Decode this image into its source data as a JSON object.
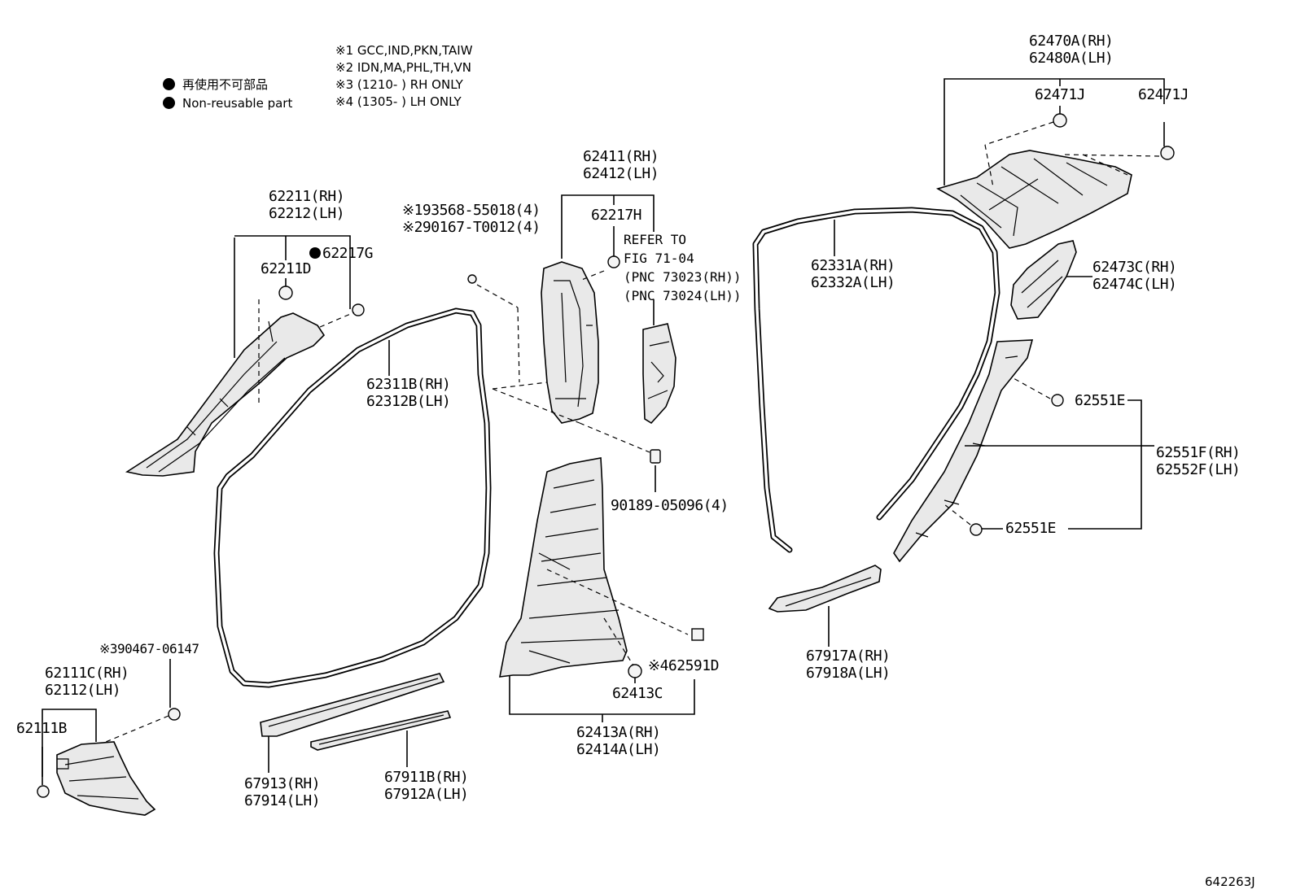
{
  "legend": {
    "ja": "再使用不可部品",
    "en": "Non-reusable part"
  },
  "notes": [
    "※1 GCC,IND,PKN,TAIW",
    "※2 IDN,MA,PHL,TH,VN",
    "※3 (1210-      ) RH ONLY",
    "※4 (1305-      ) LH ONLY"
  ],
  "labels": {
    "p62470A": "62470A(RH)",
    "p62480A": "62480A(LH)",
    "p62471J_a": "62471J",
    "p62471J_b": "62471J",
    "p62411": "62411(RH)",
    "p62412": "62412(LH)",
    "p62217H": "62217H",
    "p62211": "62211(RH)",
    "p62212": "62212(LH)",
    "p62211D": "62211D",
    "p62217G": "62217G",
    "p93568": "※193568-55018(4)",
    "p90167": "※290167-T0012(4)",
    "p62331A": "62331A(RH)",
    "p62332A": "62332A(LH)",
    "p62473C": "62473C(RH)",
    "p62474C": "62474C(LH)",
    "p62311B": "62311B(RH)",
    "p62312B": "62312B(LH)",
    "p62551E_a": "62551E",
    "p62551F": "62551F(RH)",
    "p62552F": "62552F(LH)",
    "p90189": "90189-05096(4)",
    "p62551E_b": "62551E",
    "p90467": "※390467-06147",
    "p62111C": "62111C(RH)",
    "p62112": "62112(LH)",
    "p62111B": "62111B",
    "p62591D": "※462591D",
    "p62413C": "62413C",
    "p67917A": "67917A(RH)",
    "p67918A": "67918A(LH)",
    "p62413A": "62413A(RH)",
    "p62414A": "62414A(LH)",
    "p67913": "67913(RH)",
    "p67914": "67914(LH)",
    "p67911B": "67911B(RH)",
    "p67912A": "67912A(LH)"
  },
  "refer": [
    "REFER TO",
    "FIG 71-04",
    "(PNC 73023(RH))",
    "(PNC 73024(LH))"
  ],
  "figure_code": "642263J"
}
